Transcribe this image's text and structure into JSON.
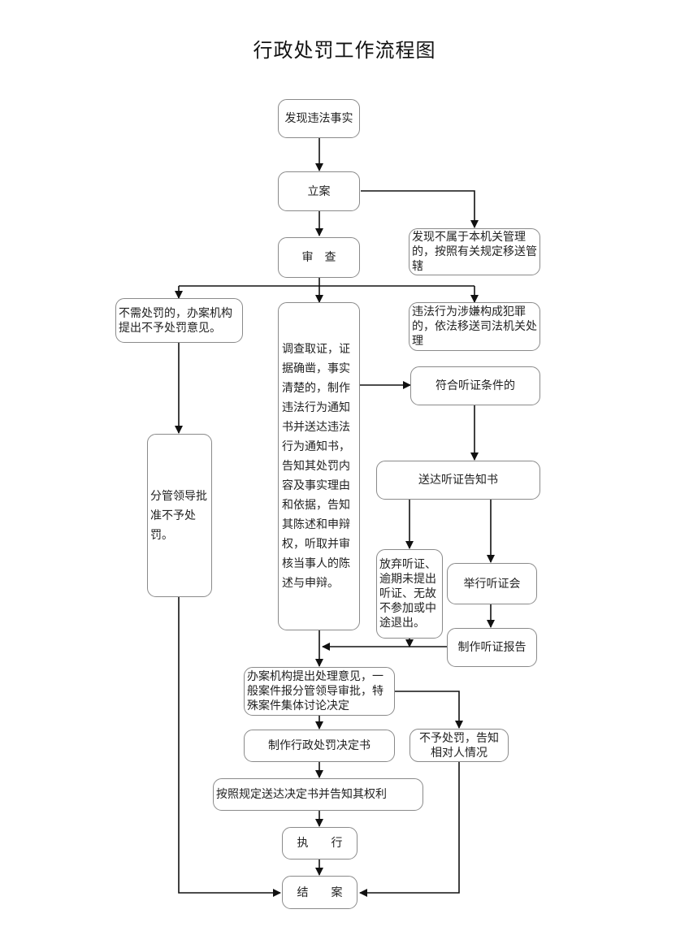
{
  "title": "行政处罚工作流程图",
  "nodes": {
    "discover": "发现违法事实",
    "register": "立案",
    "review": "审　查",
    "transfer_jurisdiction": "发现不属于本机关管理的，按照有关规定移送管辖",
    "no_penalty_needed": "不需处罚的，办案机构提出不予处罚意见。",
    "investigate": "调查取证，证据确凿，事实清楚的，制作违法行为通知书并送达违法行为通知书，告知其处罚内容及事实理由和依据，告知其陈述和申辩权，听取并审核当事人的陈述与申辩。",
    "transfer_judicial": "违法行为涉嫌构成犯罪的，依法移送司法机关处理",
    "hearing_eligible": "符合听证条件的",
    "leader_approve_no_penalty": "分管领导批准不予处罚。",
    "send_hearing_notice": "送达听证告知书",
    "waive_hearing": "放弃听证、逾期未提出听证、无故不参加或中途退出。",
    "hold_hearing": "举行听证会",
    "hearing_report": "制作听证报告",
    "handling_opinion": "办案机构提出处理意见，一般案件报分管领导审批，特殊案件集体讨论决定",
    "no_penalty_notify": "不予处罚，告知相对人情况",
    "make_decision": "制作行政处罚决定书",
    "deliver_decision": "按照规定送达决定书并告知其权利",
    "execute": "执　　行",
    "close_case": "结　　案"
  },
  "edges": [
    {
      "from": "discover",
      "to": "register"
    },
    {
      "from": "register",
      "to": "review"
    },
    {
      "from": "register",
      "to": "transfer_jurisdiction"
    },
    {
      "from": "review",
      "to": "no_penalty_needed"
    },
    {
      "from": "review",
      "to": "investigate"
    },
    {
      "from": "review",
      "to": "transfer_judicial"
    },
    {
      "from": "no_penalty_needed",
      "to": "leader_approve_no_penalty"
    },
    {
      "from": "leader_approve_no_penalty",
      "to": "close_case"
    },
    {
      "from": "investigate",
      "to": "hearing_eligible"
    },
    {
      "from": "investigate",
      "to": "handling_opinion"
    },
    {
      "from": "hearing_eligible",
      "to": "send_hearing_notice"
    },
    {
      "from": "send_hearing_notice",
      "to": "waive_hearing"
    },
    {
      "from": "send_hearing_notice",
      "to": "hold_hearing"
    },
    {
      "from": "hold_hearing",
      "to": "hearing_report"
    },
    {
      "from": "hearing_report",
      "to": "handling_opinion"
    },
    {
      "from": "handling_opinion",
      "to": "make_decision"
    },
    {
      "from": "handling_opinion",
      "to": "no_penalty_notify"
    },
    {
      "from": "make_decision",
      "to": "deliver_decision"
    },
    {
      "from": "deliver_decision",
      "to": "execute"
    },
    {
      "from": "execute",
      "to": "close_case"
    },
    {
      "from": "no_penalty_notify",
      "to": "close_case"
    }
  ],
  "colors": {
    "line": "#111111",
    "border": "#8a8a8a",
    "text": "#222222"
  }
}
